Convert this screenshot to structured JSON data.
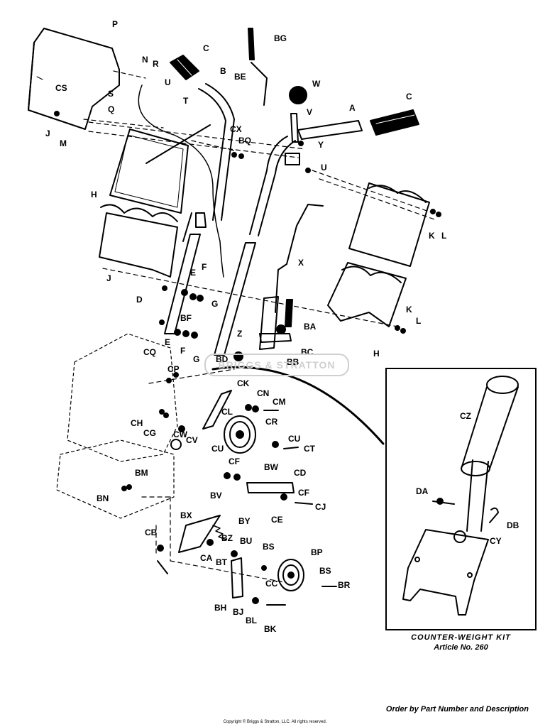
{
  "watermark": "BRIGGS & STRATTON",
  "kit": {
    "title": "COUNTER-WEIGHT KIT",
    "article": "Article No. 260"
  },
  "order_note": "Order by Part Number and Description",
  "copyright": "Copyright © Briggs & Stratton, LLC. All rights reserved.",
  "callouts": [
    "P",
    "C",
    "BG",
    "N",
    "R",
    "B",
    "BE",
    "W",
    "CS",
    "S",
    "U",
    "Q",
    "T",
    "V",
    "A",
    "C",
    "J",
    "M",
    "CX",
    "BQ",
    "Y",
    "U",
    "H",
    "K",
    "L",
    "X",
    "J",
    "E",
    "F",
    "D",
    "G",
    "BF",
    "Z",
    "BA",
    "E",
    "F",
    "G",
    "BD",
    "BB",
    "BC",
    "K",
    "L",
    "H",
    "CQ",
    "CP",
    "CK",
    "CN",
    "CM",
    "CL",
    "CR",
    "CH",
    "CG",
    "CW",
    "CV",
    "CU",
    "CU",
    "CT",
    "CF",
    "BW",
    "CD",
    "CF",
    "BN",
    "BM",
    "BV",
    "CJ",
    "CE",
    "BX",
    "BY",
    "CB",
    "BZ",
    "CA",
    "BU",
    "BT",
    "BS",
    "BP",
    "BS",
    "CC",
    "BR",
    "BH",
    "BJ",
    "BL",
    "BK",
    "CZ",
    "DA",
    "DB",
    "CY"
  ]
}
